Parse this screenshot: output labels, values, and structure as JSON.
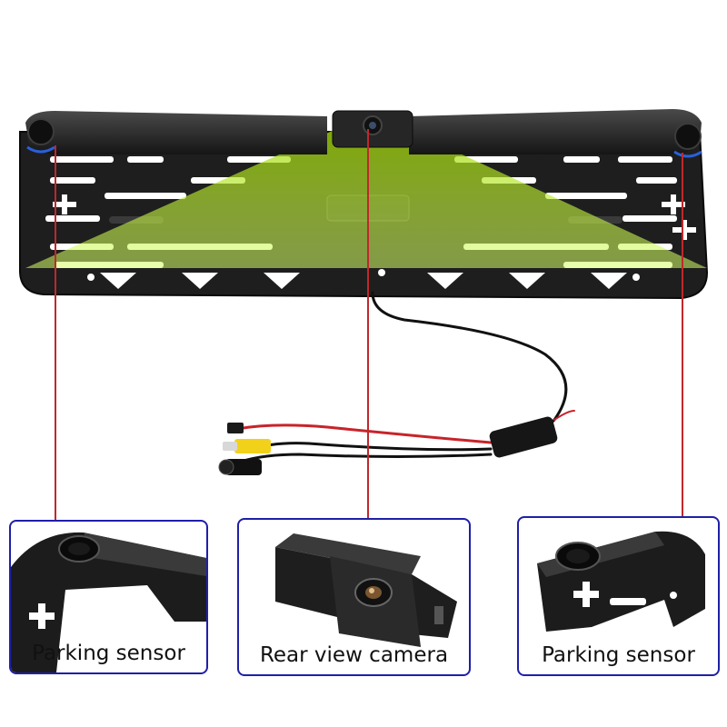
{
  "colors": {
    "leader_line": "#c0282c",
    "callout_border": "#1f1fa8",
    "camera_view_cone": "#9fd600",
    "frame": "#1e1e1e",
    "sensor_highlight": "#2b5fd9"
  },
  "callouts": [
    {
      "label": "Parking sensor"
    },
    {
      "label": "Rear view camera"
    },
    {
      "label": "Parking sensor"
    }
  ]
}
